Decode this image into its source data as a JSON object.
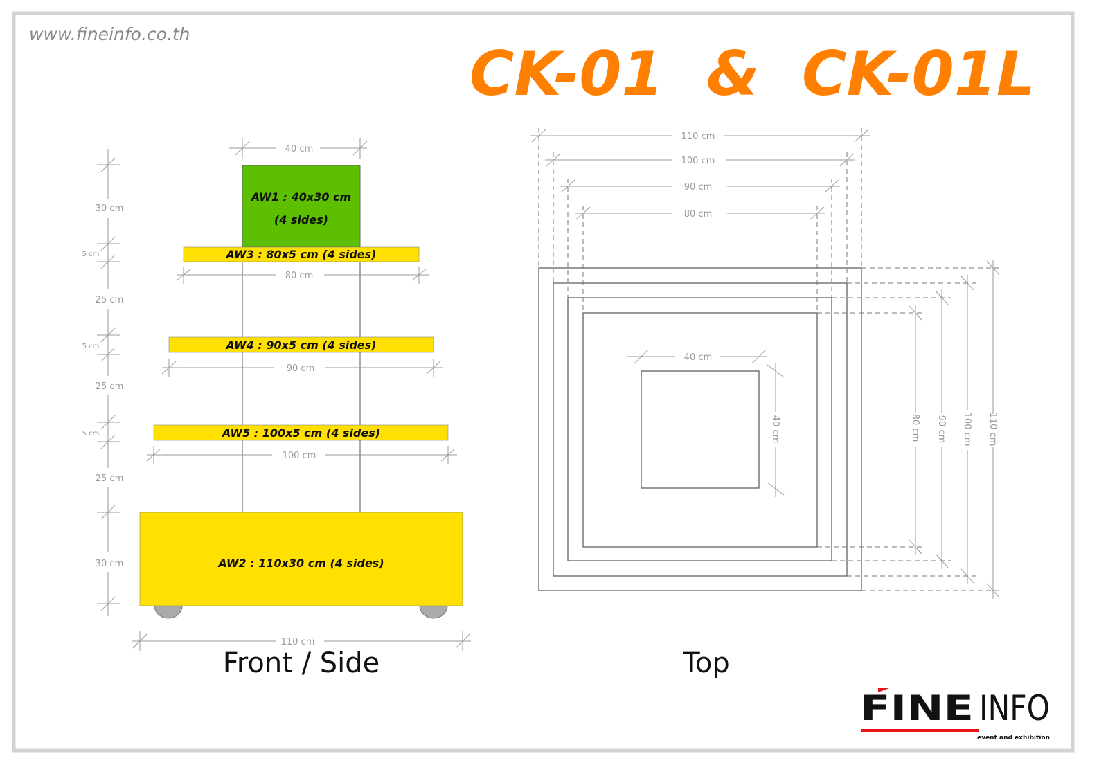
{
  "header": {
    "website": "www.fineinfo.co.th",
    "title": "CK-01  &  CK-01L"
  },
  "colors": {
    "title": "#ff7f00",
    "aw1": "#5cc000",
    "aw_yellow": "#ffe000",
    "logo_red": "#e8141b"
  },
  "front_view": {
    "caption": "Front / Side",
    "panels": {
      "aw1_line1": "AW1 : 40x30 cm",
      "aw1_line2": "(4 sides)",
      "aw3": "AW3 : 80x5 cm (4 sides)",
      "aw4": "AW4 : 90x5 cm (4 sides)",
      "aw5": "AW5 : 100x5 cm (4 sides)",
      "aw2": "AW2 : 110x30 cm (4 sides)"
    },
    "widths": {
      "w40": "40 cm",
      "w80": "80 cm",
      "w90": "90 cm",
      "w100": "100 cm",
      "w110": "110 cm"
    },
    "heights": [
      "30 cm",
      "5 cm",
      "25 cm",
      "5 cm",
      "25 cm",
      "5 cm",
      "25 cm",
      "30 cm"
    ]
  },
  "top_view": {
    "caption": "Top",
    "top_dims": [
      "110 cm",
      "100 cm",
      "90 cm",
      "80 cm"
    ],
    "side_dims": [
      "80 cm",
      "90 cm",
      "100 cm",
      "110 cm"
    ],
    "inner_width": "40 cm",
    "inner_height": "40 cm"
  },
  "logo": {
    "text": "FINEINFO",
    "bold_part": "FINE",
    "light_part": "INFO",
    "tagline": "event and exhibition"
  }
}
